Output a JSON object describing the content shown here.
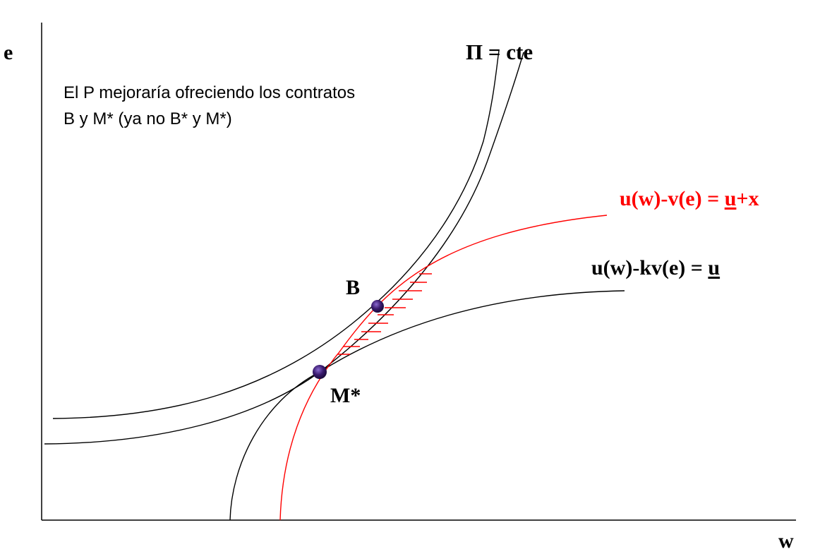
{
  "axes": {
    "y_label": "e",
    "x_label": "w"
  },
  "annotation": {
    "line1": "El P mejoraría ofreciendo los contratos",
    "line2": "B y M*  (ya no B* y M*)"
  },
  "curves": {
    "profit": {
      "text": "Π = cte",
      "color": "#000000"
    },
    "ir_red": {
      "prefix": "u(w)-v(e) = ",
      "underlined": "u",
      "suffix": "+x",
      "color": "#ff0000"
    },
    "ic_black": {
      "prefix": "u(w)-kv(e) = ",
      "underlined": "u",
      "color": "#000000"
    }
  },
  "points": {
    "B": {
      "label": "B",
      "color": "#3a1a6e"
    },
    "M": {
      "label": "M*",
      "color": "#3a1a6e"
    }
  },
  "hatch_color": "#ff0000"
}
